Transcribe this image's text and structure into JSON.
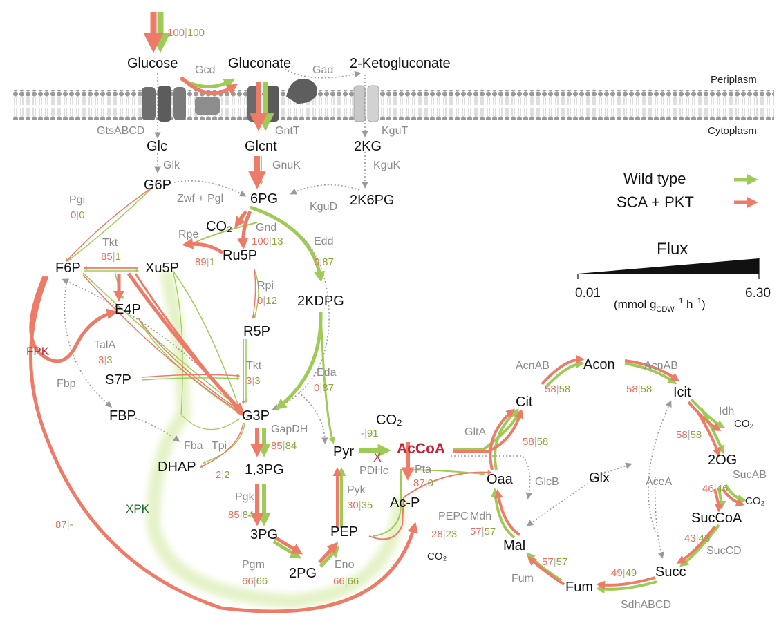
{
  "colors": {
    "wild_type": "#9ecb55",
    "sca_pkt": "#ee7a68",
    "enzyme_text": "#8a8a8a",
    "acetyl_coa": "#c0283a",
    "fpk_label": "#c0283a",
    "xpk_label": "#1e6e2e",
    "dotted": "#9a9a9a"
  },
  "compartments": {
    "periplasm": "Periplasm",
    "cytoplasm": "Cytoplasm"
  },
  "legend": {
    "wild_type": "Wild type",
    "sca_pkt": "SCA + PKT",
    "flux_title": "Flux",
    "flux_min": "0.01",
    "flux_max": "6.30",
    "flux_unit_a": "(mmol g",
    "flux_unit_sub": "CDW",
    "flux_unit_sup1": "−1",
    "flux_unit_b": " h",
    "flux_unit_sup2": "−1",
    "flux_unit_c": ")"
  },
  "metabolites": {
    "glucose": "Glucose",
    "gluconate": "Gluconate",
    "ketogluconate": "2-Ketogluconate",
    "glc": "Glc",
    "glcnt": "Glcnt",
    "kg": "2KG",
    "g6p": "G6P",
    "pg6": "6PG",
    "k6pg": "2K6PG",
    "co2_gnd": "CO₂",
    "ru5p": "Ru5P",
    "xu5p": "Xu5P",
    "f6p": "F6P",
    "e4p": "E4P",
    "r5p": "R5P",
    "kdpg": "2KDPG",
    "s7p": "S7P",
    "fbp": "FBP",
    "g3p": "G3P",
    "dhap": "DHAP",
    "bpg": "1,3PG",
    "pg3": "3PG",
    "pg2": "2PG",
    "pyr": "Pyr",
    "co2_pdh": "CO₂",
    "accoa": "AcCoA",
    "acp": "Ac-P",
    "pep": "PEP",
    "co2_pepc": "CO₂",
    "oaa": "Oaa",
    "cit": "Cit",
    "acon": "Acon",
    "icit": "Icit",
    "co2_idh": "CO₂",
    "og2": "2OG",
    "co2_suc": "CO₂",
    "succoa": "SucCoA",
    "glx": "Glx",
    "mal": "Mal",
    "succ": "Succ",
    "fum": "Fum"
  },
  "enzymes": {
    "gcd": "Gcd",
    "gad": "Gad",
    "gtsabcd": "GtsABCD",
    "gntt": "GntT",
    "kgut": "KguT",
    "glk": "Glk",
    "gnuk": "GnuK",
    "kguk": "KguK",
    "zwf": "Zwf + Pgl",
    "kgud": "KguD",
    "pgi": "Pgi",
    "rpe": "Rpe",
    "gnd": "Gnd",
    "edd": "Edd",
    "tkt1": "Tkt",
    "rpi": "Rpi",
    "tala": "TalA",
    "tkt2": "Tkt",
    "eda": "Eda",
    "fbp": "Fbp",
    "fba": "Fba",
    "tpi": "Tpi",
    "gapdh": "GapDH",
    "pgk": "Pgk",
    "pgm": "Pgm",
    "eno": "Eno",
    "pyk": "Pyk",
    "pdhc": "PDHc",
    "pta": "Pta",
    "pepc": "PEPC",
    "glta": "GltA",
    "acnab1": "AcnAB",
    "acnab2": "AcnAB",
    "idh": "Idh",
    "sucab": "SucAB",
    "succd": "SucCD",
    "sdhabcd": "SdhABCD",
    "fum": "Fum",
    "mdh": "Mdh",
    "glcb": "GlcB",
    "acea": "AceA",
    "fpk": "FPK",
    "xpk": "XPK",
    "blocked": "X"
  },
  "fluxes": {
    "uptake": {
      "sca": "100",
      "wt": "100"
    },
    "pgi": {
      "sca": "0",
      "wt": "0"
    },
    "gnd": {
      "sca": "100",
      "wt": "13"
    },
    "tkt1": {
      "sca": "85",
      "wt": "1"
    },
    "rpe": {
      "sca": "89",
      "wt": "1"
    },
    "edd": {
      "sca": "0",
      "wt": "87"
    },
    "rpi": {
      "sca": "0",
      "wt": "12"
    },
    "tala": {
      "sca": "3",
      "wt": "3"
    },
    "tkt2": {
      "sca": "3",
      "wt": "3"
    },
    "eda": {
      "sca": "0",
      "wt": "87"
    },
    "gapdh": {
      "sca": "85",
      "wt": "84"
    },
    "tpi": {
      "sca": "2",
      "wt": "2"
    },
    "pgk": {
      "sca": "85",
      "wt": "84"
    },
    "pgm": {
      "sca": "66",
      "wt": "66"
    },
    "eno": {
      "sca": "66",
      "wt": "66"
    },
    "pyk": {
      "sca": "30",
      "wt": "35"
    },
    "pdhc": {
      "sca": "-",
      "wt": "91"
    },
    "pta": {
      "sca": "87",
      "wt": "0"
    },
    "pepc": {
      "sca": "28",
      "wt": "23"
    },
    "glta": {
      "sca": "58",
      "wt": "58"
    },
    "acn1": {
      "sca": "58",
      "wt": "58"
    },
    "acn2": {
      "sca": "58",
      "wt": "58"
    },
    "idh": {
      "sca": "58",
      "wt": "58"
    },
    "sucab": {
      "sca": "46",
      "wt": "46"
    },
    "succd": {
      "sca": "43",
      "wt": "43"
    },
    "sdh": {
      "sca": "49",
      "wt": "49"
    },
    "fum": {
      "sca": "57",
      "wt": "57"
    },
    "mdh": {
      "sca": "57",
      "wt": "57"
    },
    "fpk": {
      "sca": "87",
      "wt": "-"
    }
  }
}
